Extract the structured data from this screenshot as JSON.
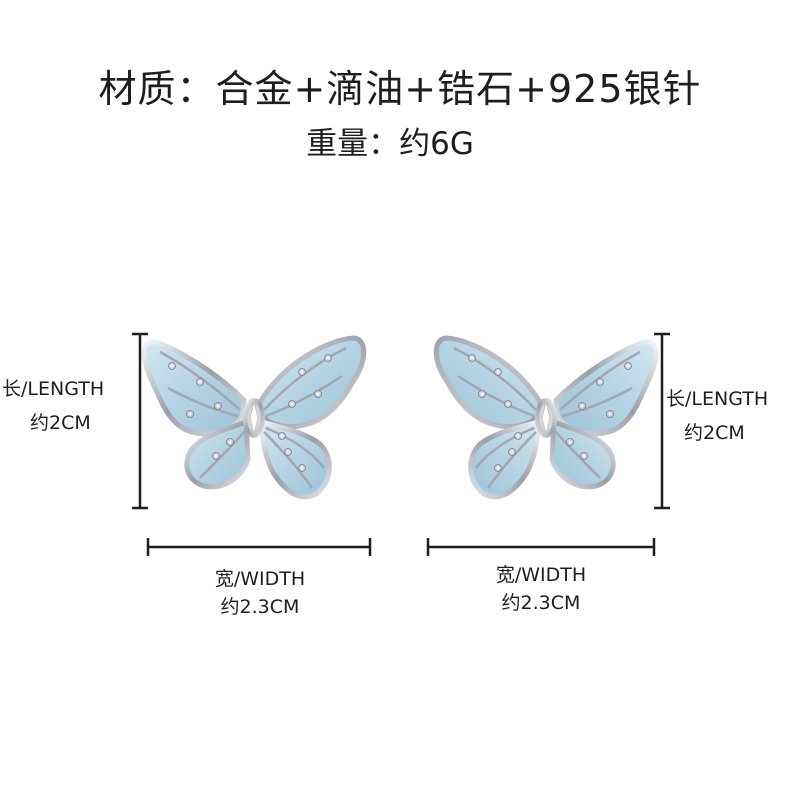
{
  "header": {
    "material": "材质：合金+滴油+锆石+925银针",
    "weight": "重量：约6G"
  },
  "left_earring": {
    "length_label": "长/LENGTH",
    "length_value": "约2CM",
    "width_label": "宽/WIDTH",
    "width_value": "约2.3CM"
  },
  "right_earring": {
    "length_label": "长/LENGTH",
    "length_value": "约2CM",
    "width_label": "宽/WIDTH",
    "width_value": "约2.3CM"
  },
  "colors": {
    "enamel": "#b9d6e4",
    "silver": "#8c9096",
    "line": "#1e1e1e"
  }
}
